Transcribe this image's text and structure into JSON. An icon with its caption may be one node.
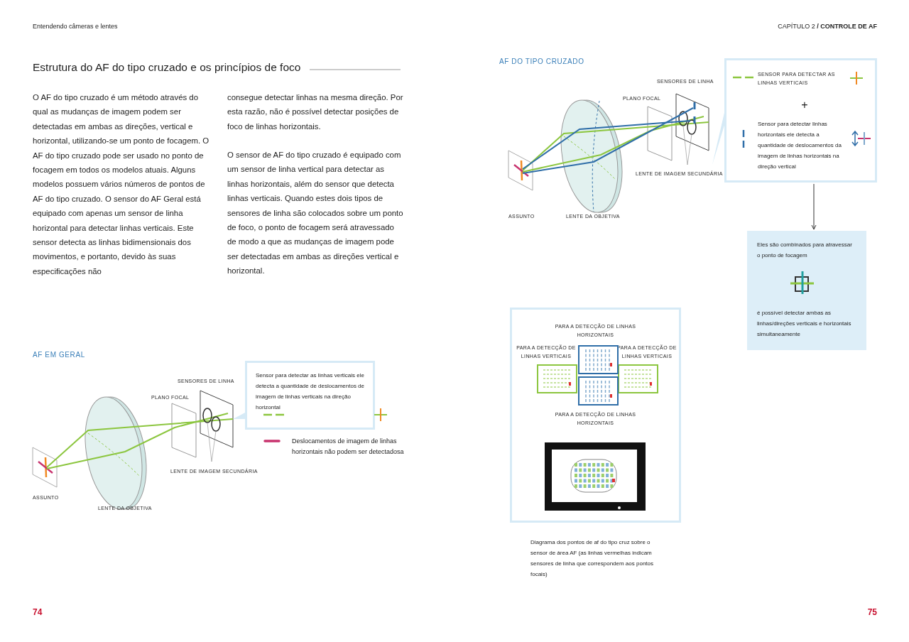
{
  "diagram": {
    "title": "Estrutura do AF do tipo cruzado e os princípios de foco",
    "nodes": [
      {
        "text": [
          "Sensor para detectar as linhas verticais ele detecta a quantidade de deslocamentos de imagem de linhas verticais na direção horizontal"
        ]
      },
      {
        "text": [
          "SENSOR PARA DETECTAR AS LINHAS VERTICAIS",
          "+",
          "Sensor para detectar linhas horizontais ele detecta a quantidade de deslocamentos da imagem de linhas horizontais na direção vertical"
        ]
      },
      {
        "text": [
          "Eles são combinados para atravessar o ponto de focagem",
          "é possível detectar ambas as linhas/direções verticais e horizontais simultaneamente"
        ]
      },
      {
        "text": [
          "PARA A DETECÇÃO DE LINHAS HORIZONTAIS",
          "PARA A DETECÇÃO DE LINHAS VERTICAIS",
          "PARA A DETECÇÃO DE LINHAS VERTICAIS",
          "PARA A DETECÇÃO DE LINHAS HORIZONTAIS"
        ],
        "beside": [
          "Diagrama dos pontos de af do tipo cruz sobre o sensor de área AF (as linhas vermelhas indicam sensores de linha que correspondem aos pontos focais)"
        ]
      }
    ],
    "edges": [
      {
        "from": 1,
        "to": 2,
        "arrow": "to"
      }
    ],
    "labels": [
      "Entendendo câmeras e lentes",
      "CAPÍTULO 2 **/ CONTROLE DE AF**",
      "O AF do tipo cruzado é um método através do qual as mudanças de imagem podem ser detectadas em ambas as direções, vertical e horizontal, utilizando-se um ponto de focagem. O AF do tipo cruzado pode ser usado no ponto de focagem em todos os modelos atuais. Alguns modelos possuem vários números de pontos de AF do tipo cruzado. O sensor do AF Geral está equipado com apenas um sensor de linha horizontal para detectar linhas verticais. Este sensor detecta as linhas bidimensionais dos movimentos, e portanto, devido às suas especificações não",
      "consegue detectar linhas na mesma direção. Por esta razão, não é possível detectar posições de foco de linhas horizontais.",
      "O sensor de AF do tipo cruzado é equipado com um sensor de linha vertical para detectar as linhas horizontais, além do sensor que detecta linhas verticais. Quando estes dois tipos de sensores de linha são colocados sobre um ponto de foco, o ponto de focagem será atravessado de modo a que as mudanças de imagem pode ser detectadas em ambas as direções vertical e horizontal.",
      "AF DO TIPO CRUZADO",
      "SENSORES DE LINHA",
      "PLANO FOCAL",
      "LENTE DE IMAGEM SECUNDÁRIA",
      "ASSUNTO",
      "LENTE DA OBJETIVA",
      "AF EM GERAL",
      "SENSORES DE LINHA",
      "PLANO FOCAL",
      "LENTE DE IMAGEM SECUNDÁRIA",
      "ASSUNTO",
      "LENTE DA OBJETIVA",
      "74",
      "75"
    ],
    "legend": [
      {
        "text": "Deslocamentos de imagem de linhas horizontais não podem ser detectadosa"
      }
    ]
  }
}
